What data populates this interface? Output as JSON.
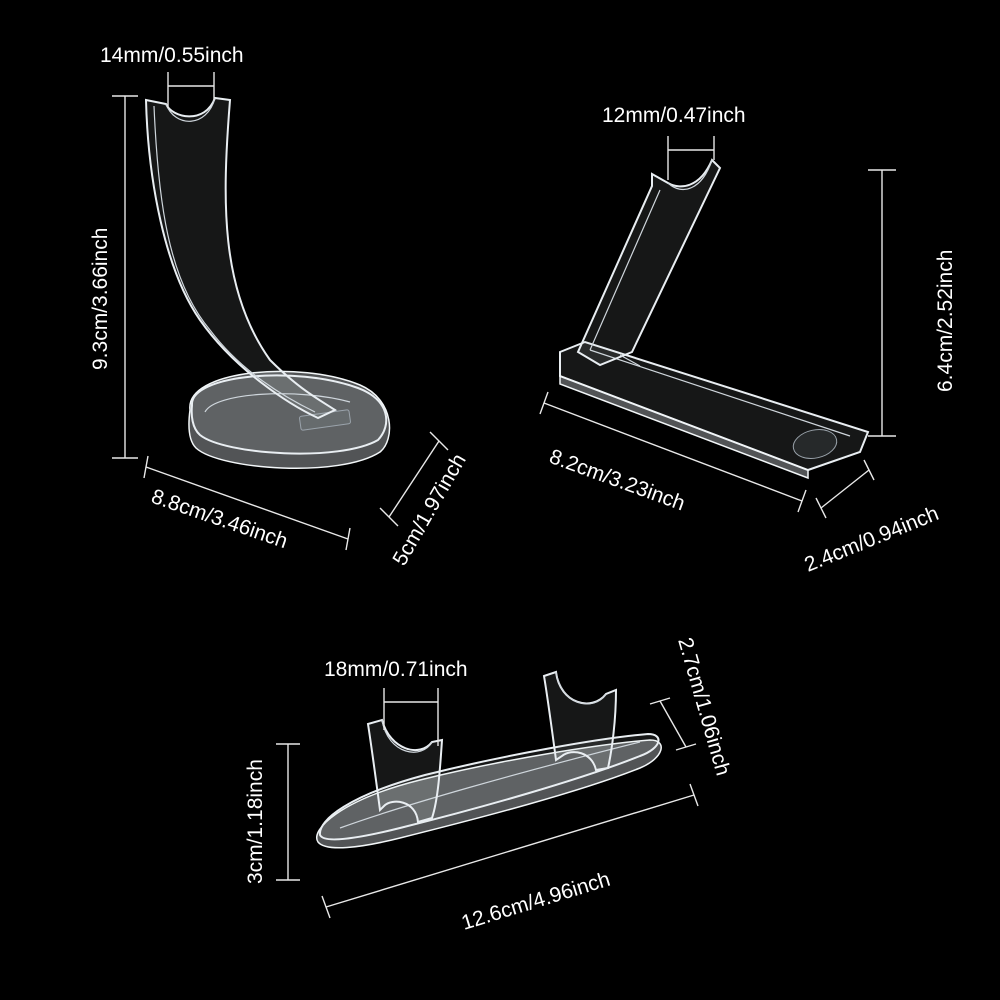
{
  "background_color": "#000000",
  "line_color": "#e8e8e8",
  "products": {
    "curved_stand": {
      "notch_width": "14mm/0.55inch",
      "height": "9.3cm/3.66inch",
      "base_length": "8.8cm/3.46inch",
      "base_width": "5cm/1.97inch"
    },
    "angled_stand": {
      "notch_width": "12mm/0.47inch",
      "height": "6.4cm/2.52inch",
      "base_length": "8.2cm/3.23inch",
      "base_width": "2.4cm/0.94inch"
    },
    "double_stand": {
      "notch_width": "18mm/0.71inch",
      "height": "3cm/1.18inch",
      "support_height": "2.7cm/1.06inch",
      "base_length": "12.6cm/4.96inch"
    }
  }
}
